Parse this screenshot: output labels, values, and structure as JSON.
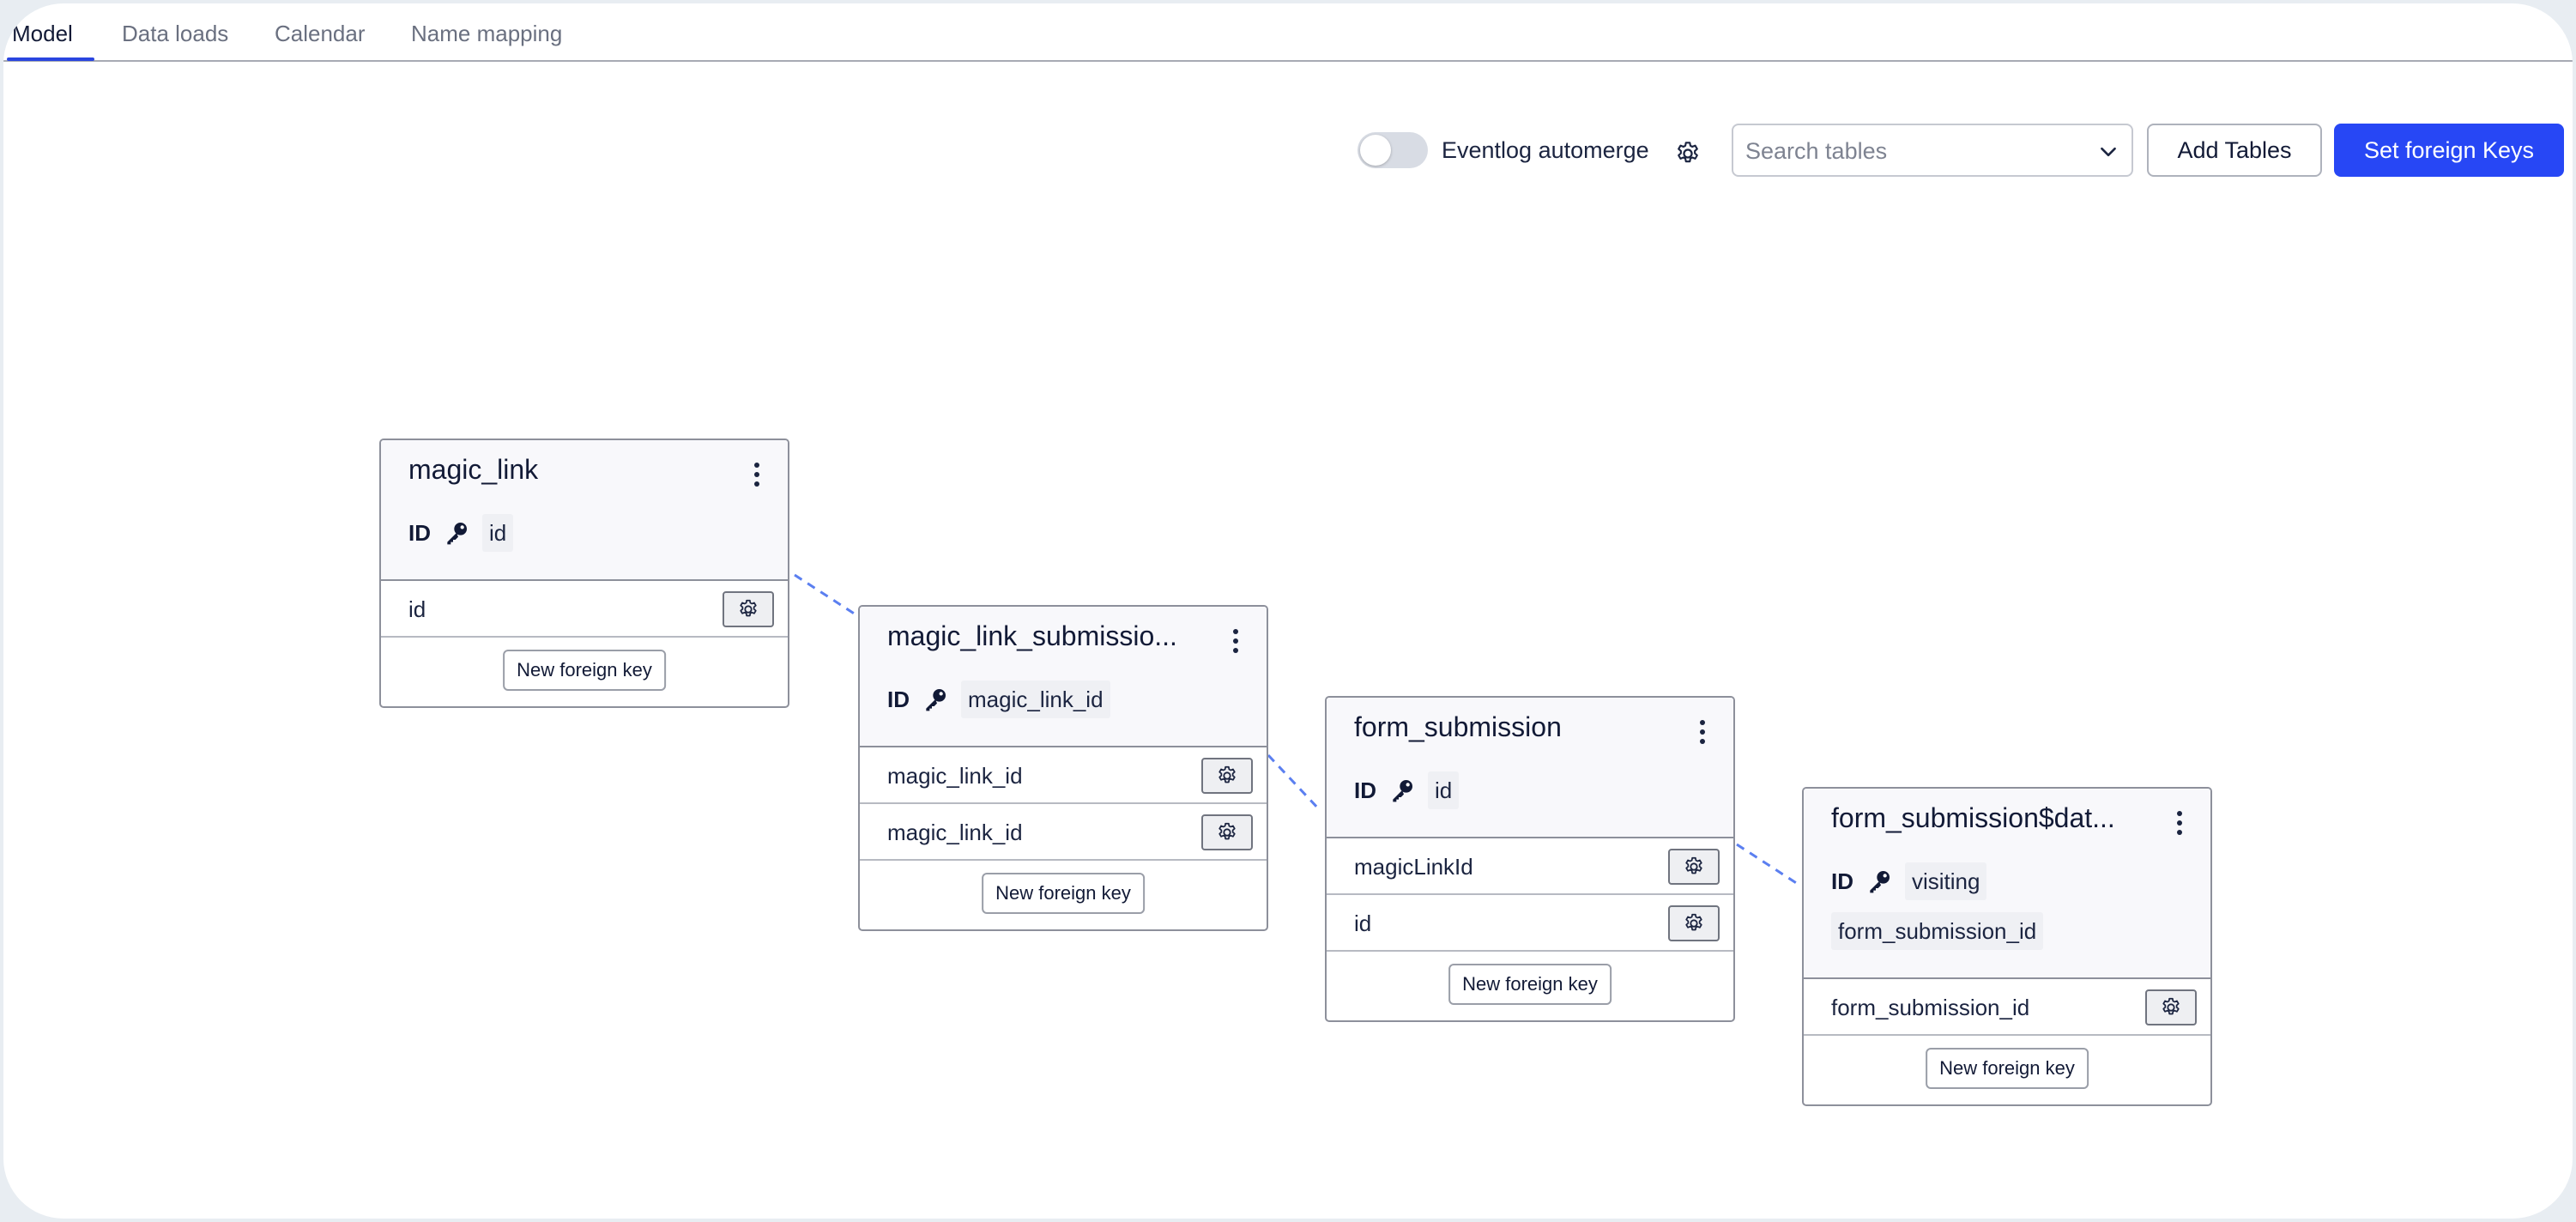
{
  "tabs": [
    {
      "label": "Model",
      "active": true
    },
    {
      "label": "Data loads",
      "active": false
    },
    {
      "label": "Calendar",
      "active": false
    },
    {
      "label": "Name mapping",
      "active": false
    }
  ],
  "toolbar": {
    "automerge_label": "Eventlog automerge",
    "automerge_on": false,
    "search_placeholder": "Search tables",
    "add_tables_label": "Add Tables",
    "set_fk_label": "Set foreign Keys"
  },
  "colors": {
    "accent": "#2747f5",
    "edge": "#5b7ff0",
    "border": "#8d909b"
  },
  "icons": {
    "key": "key-icon",
    "gear": "gear-icon",
    "kebab": "kebab-menu-icon",
    "chevron": "chevron-down-icon"
  },
  "tables": [
    {
      "name": "magic_link",
      "id_label": "ID",
      "id_columns": [
        "id"
      ],
      "columns": [
        "id"
      ],
      "new_fk_label": "New foreign key"
    },
    {
      "name": "magic_link_submissio...",
      "id_label": "ID",
      "id_columns": [
        "magic_link_id"
      ],
      "columns": [
        "magic_link_id",
        "magic_link_id"
      ],
      "new_fk_label": "New foreign key"
    },
    {
      "name": "form_submission",
      "id_label": "ID",
      "id_columns": [
        "id"
      ],
      "columns": [
        "magicLinkId",
        "id"
      ],
      "new_fk_label": "New foreign key"
    },
    {
      "name": "form_submission$dat...",
      "id_label": "ID",
      "id_columns": [
        "visiting",
        "form_submission_id"
      ],
      "columns": [
        "form_submission_id"
      ],
      "new_fk_label": "New foreign key"
    }
  ]
}
